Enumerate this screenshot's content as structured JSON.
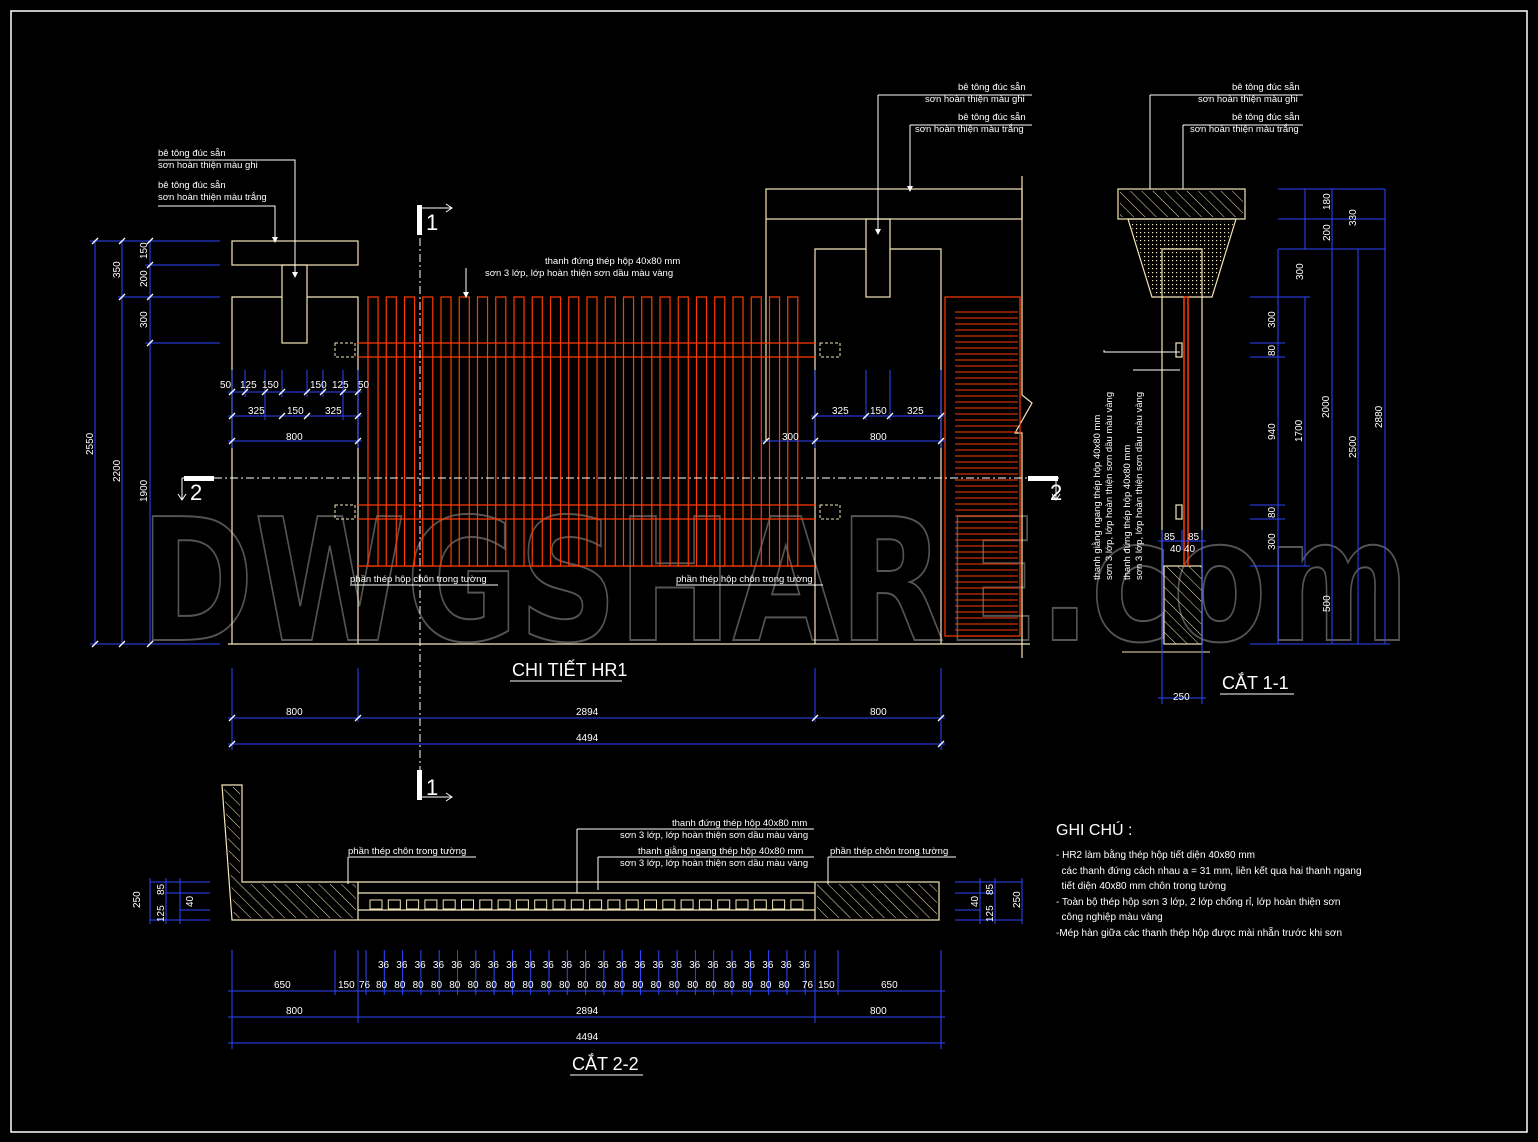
{
  "colors": {
    "background": "#000000",
    "outline": "#f5e6b8",
    "dimension": "#2c46ff",
    "steel": "#ff3a00",
    "text": "#ffffff",
    "cutline": "#ffffff",
    "watermark": "#9a9a9a"
  },
  "titles": {
    "elevation": "CHI TIẾT HR1",
    "section11": "CẮT 1-1",
    "section22": "CẮT 2-2"
  },
  "watermark": "DWGSHARE.com",
  "cut_marks": {
    "one": "1",
    "two": "2"
  },
  "leaders": {
    "grey_l1": "bê tông đúc sẵn",
    "grey_l2": "sơn hoàn thiện màu ghi",
    "white_l1": "bê tông đúc sẵn",
    "white_l2": "sơn hoàn thiện màu trắng",
    "vert_bar_l1": "thanh đứng thép hộp 40x80 mm",
    "vert_bar_l2": "sơn 3 lớp, lớp hoàn thiện sơn dầu màu vàng",
    "embed": "phần thép hộp chôn trong tường",
    "horiz_bar_l1": "thanh giằng ngang thép hộp 40x80 mm",
    "horiz_bar_l2": "sơn 3 lớp, lớp hoàn thiện sơn dầu màu vàng",
    "embed2": "phần thép chôn trong tường"
  },
  "dims": {
    "elev_left": [
      "350",
      "150",
      "200",
      "300",
      "2550",
      "2200",
      "1900"
    ],
    "elev_top": [
      "50",
      "125",
      "150",
      "150",
      "125",
      "50",
      "325",
      "150",
      "325",
      "800"
    ],
    "elev_right": [
      "325",
      "150",
      "325",
      "300",
      "800"
    ],
    "elev_bottom": [
      "800",
      "2894",
      "800",
      "4494"
    ],
    "s11_right": [
      "180",
      "200",
      "330",
      "300",
      "300",
      "80",
      "940",
      "1700",
      "2000",
      "2500",
      "2880",
      "80",
      "300",
      "500"
    ],
    "s11_bottom": [
      "85",
      "85",
      "40",
      "40",
      "250"
    ],
    "s22_side": [
      "250",
      "85",
      "125",
      "40"
    ],
    "s22_row1_ends": [
      "650",
      "150",
      "76",
      "76",
      "150",
      "650"
    ],
    "s22_row1_36": "36",
    "s22_row1_80": "80",
    "s22_row2": [
      "800",
      "2894",
      "800"
    ],
    "s22_total": "4494"
  },
  "notes": {
    "heading": "GHI CHÚ :",
    "lines": [
      "- HR2 làm bằng thép hộp tiết diện 40x80 mm",
      "  các thanh đứng cách nhau a = 31 mm, liên kết qua hai thanh ngang",
      "  tiết diện 40x80 mm chôn trong tường",
      "- Toàn bộ thép hộp sơn 3 lớp, 2 lớp chống rỉ, lớp hoàn thiện sơn",
      "  công nghiệp màu vàng",
      "-Mép hàn giữa các thanh thép hộp được mài nhẵn trước khi sơn"
    ]
  }
}
